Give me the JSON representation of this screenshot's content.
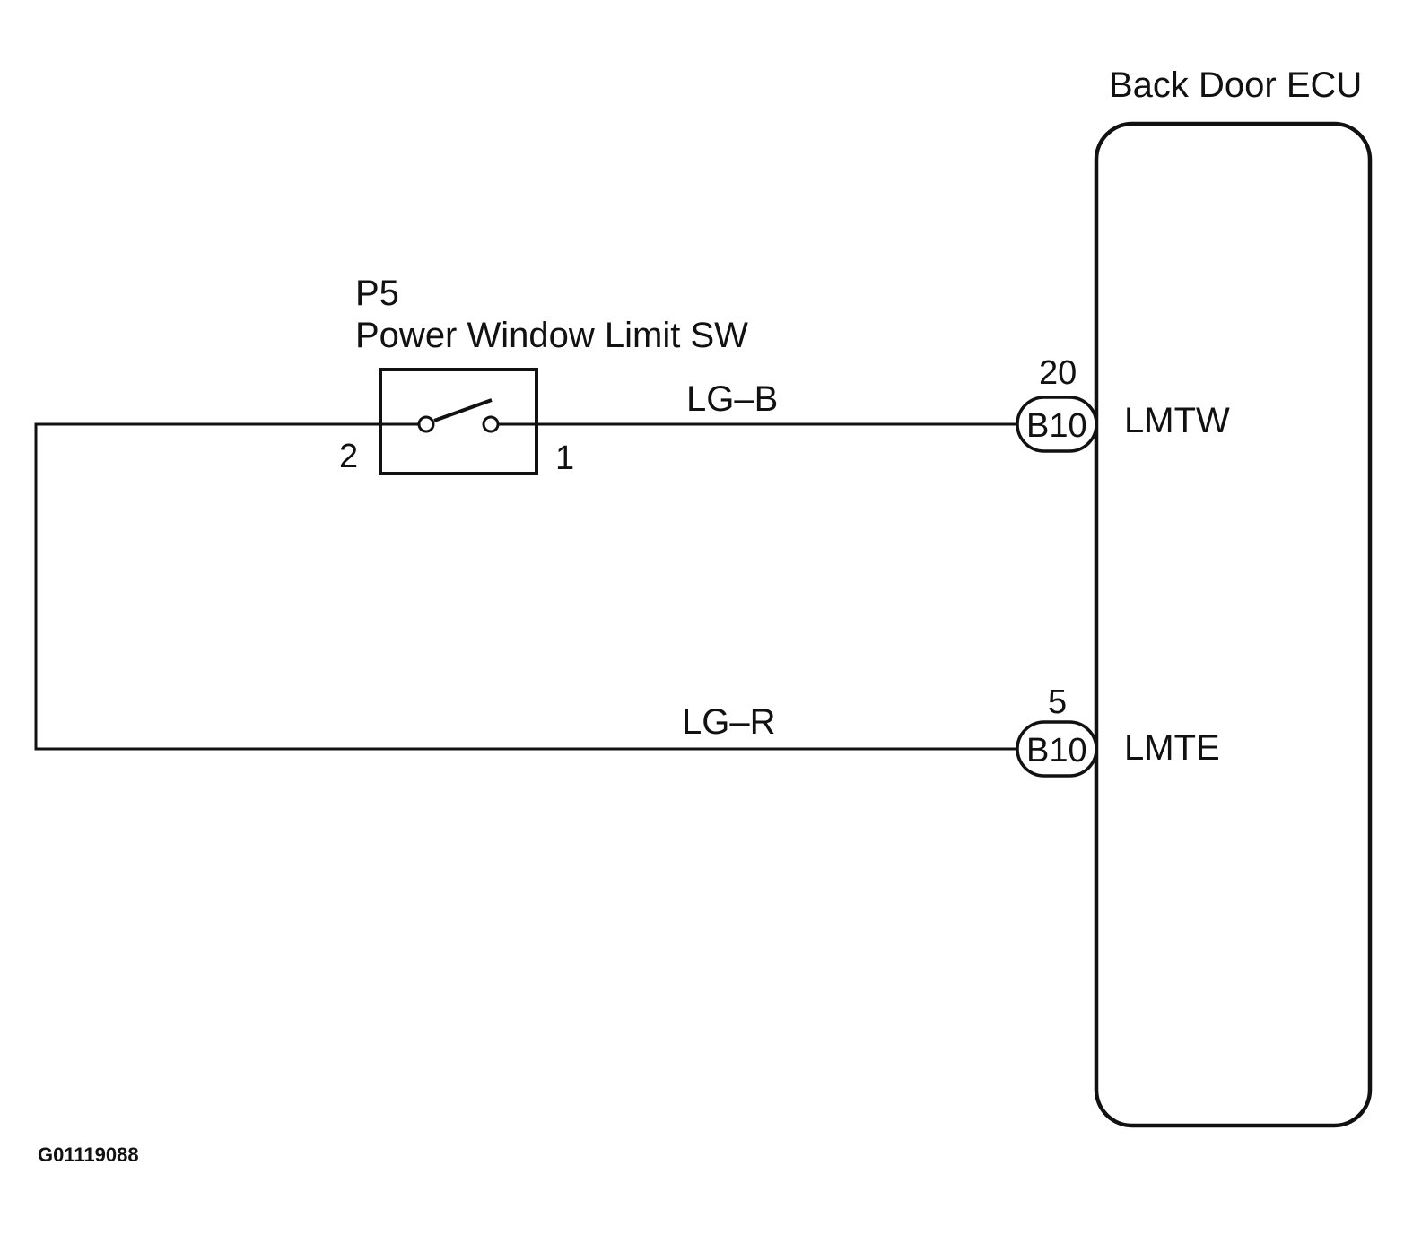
{
  "ecu": {
    "title": "Back Door ECU"
  },
  "switch": {
    "code": "P5",
    "name": "Power Window Limit SW",
    "pin_left": "2",
    "pin_right": "1"
  },
  "wires": [
    {
      "color_code": "LG–B",
      "pin_number": "20",
      "connector": "B10",
      "terminal": "LMTW"
    },
    {
      "color_code": "LG–R",
      "pin_number": "5",
      "connector": "B10",
      "terminal": "LMTE"
    }
  ],
  "figure_id": "G01119088"
}
